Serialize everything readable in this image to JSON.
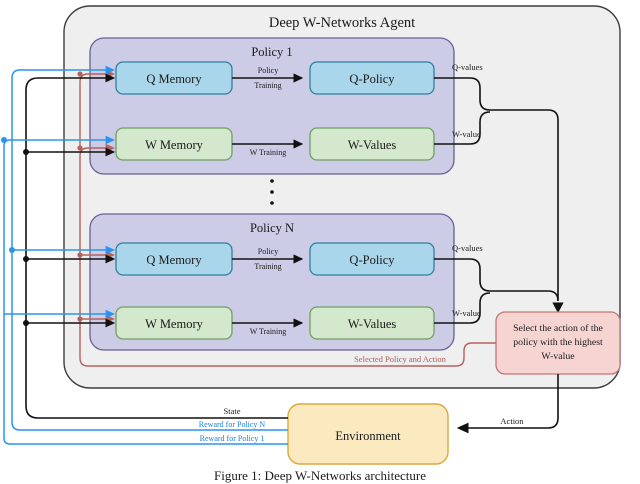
{
  "figure": {
    "caption": "Figure 1: Deep W-Networks architecture",
    "agent_title": "Deep W-Networks Agent"
  },
  "colors": {
    "agent_fill": "#efefef",
    "agent_stroke": "#3d3d3d",
    "policy_fill": "#cdcce6",
    "policy_stroke": "#6a5f91",
    "q_box_fill": "#a9d6ea",
    "q_box_stroke": "#2f7f9e",
    "w_box_fill": "#d4e8cd",
    "w_box_stroke": "#6f9f62",
    "select_fill": "#f6d4d2",
    "select_stroke": "#c07773",
    "env_fill": "#fbe9c0",
    "env_stroke": "#d9a93d",
    "state_line": "#111111",
    "reward_line": "#2b93ef",
    "selected_line": "#b5625e"
  },
  "policies": [
    {
      "title": "Policy 1",
      "q_memory": "Q Memory",
      "q_policy": "Q-Policy",
      "w_memory": "W Memory",
      "w_values": "W-Values",
      "policy_training": "Policy",
      "policy_training_2": "Training",
      "w_training": "W Training",
      "q_values_label": "Q-values",
      "w_value_label": "W-value"
    },
    {
      "title": "Policy N",
      "q_memory": "Q Memory",
      "q_policy": "Q-Policy",
      "w_memory": "W Memory",
      "w_values": "W-Values",
      "policy_training": "Policy",
      "policy_training_2": "Training",
      "w_training": "W Training",
      "q_values_label": "Q-values",
      "w_value_label": "W-value"
    }
  ],
  "ellipsis": "⋮",
  "select_box": {
    "line1": "Select the action of the",
    "line2": "policy with the highest",
    "line3": "W-value"
  },
  "environment": {
    "label": "Environment"
  },
  "edge_labels": {
    "selected_policy_and_action": "Selected Policy and Action",
    "state": "State",
    "reward_policy_n": "Reward for Policy N",
    "reward_policy_1": "Reward for Policy 1",
    "action": "Action"
  }
}
